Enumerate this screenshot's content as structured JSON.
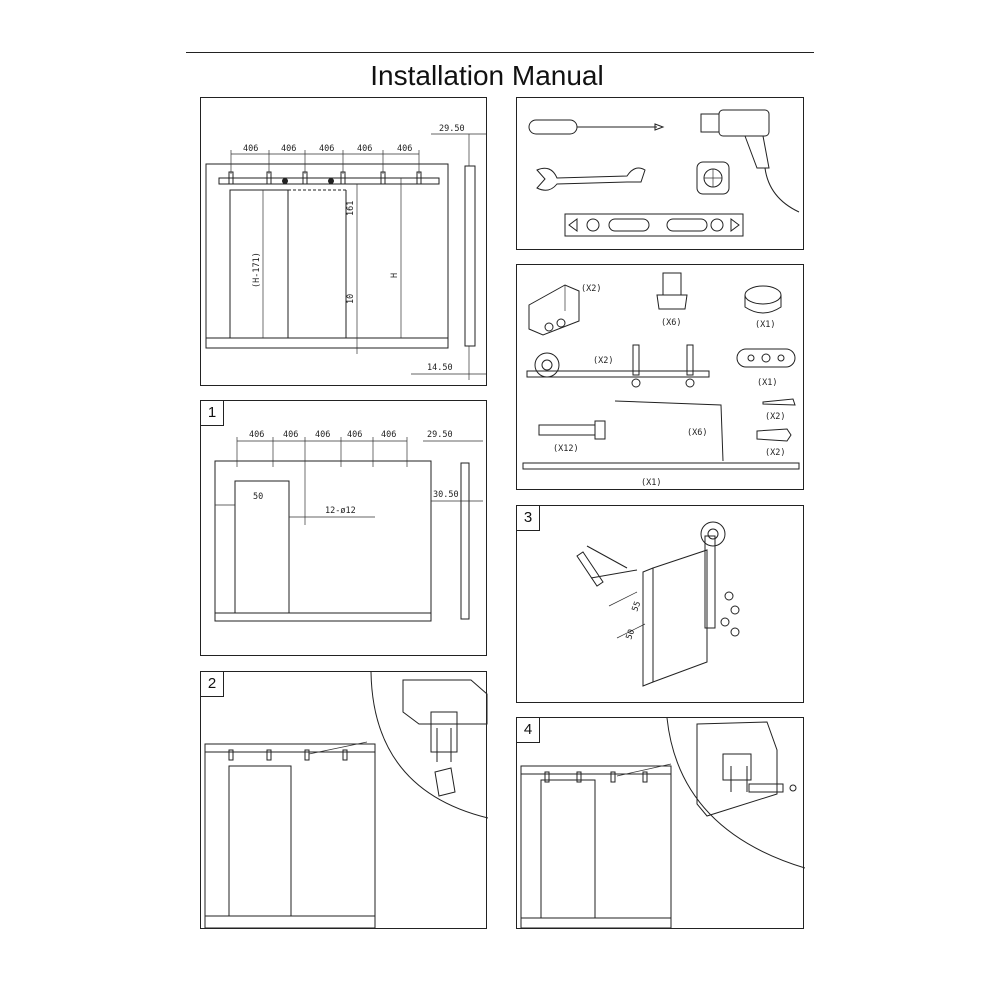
{
  "title": "Installation Manual",
  "panel_dims": {
    "spacing": "406",
    "top_offset": "29.50",
    "bottom_offset": "14.50",
    "door_height_label": "(H-171)",
    "rail_height_label": "H",
    "gap_top": "161",
    "gap_bottom": "10"
  },
  "panel_step1": {
    "step": "1",
    "spacing": "406",
    "top_offset": "29.50",
    "side_offset": "30.50",
    "door_offset": "50",
    "holes": "12-ø12"
  },
  "panel_step2": {
    "step": "2"
  },
  "panel_step3": {
    "step": "3",
    "dim_a": "55",
    "dim_b": "50"
  },
  "panel_step4": {
    "step": "4"
  },
  "parts": {
    "bracket_qty": "(X2)",
    "spacer_qty": "(X6)",
    "stopper_qty": "(X1)",
    "hanger_qty": "(X2)",
    "guide_qty": "(X1)",
    "screw_qty": "(X2)",
    "bolt_qty": "(X12)",
    "hex_key_qty": "(X6)",
    "anchor_qty": "(X2)",
    "rail_qty": "(X1)"
  }
}
